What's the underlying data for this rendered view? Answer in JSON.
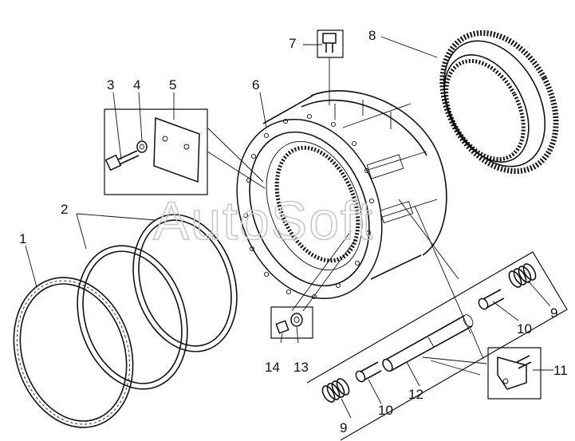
{
  "watermark": "AutoSoft",
  "callouts": [
    {
      "id": "c1",
      "text": "1"
    },
    {
      "id": "c2",
      "text": "2"
    },
    {
      "id": "c3",
      "text": "3"
    },
    {
      "id": "c4",
      "text": "4"
    },
    {
      "id": "c5",
      "text": "5"
    },
    {
      "id": "c6",
      "text": "6"
    },
    {
      "id": "c7",
      "text": "7"
    },
    {
      "id": "c8",
      "text": "8"
    },
    {
      "id": "c9a",
      "text": "9"
    },
    {
      "id": "c9b",
      "text": "9"
    },
    {
      "id": "c10a",
      "text": "10"
    },
    {
      "id": "c10b",
      "text": "10"
    },
    {
      "id": "c11",
      "text": "11"
    },
    {
      "id": "c12",
      "text": "12"
    },
    {
      "id": "c13",
      "text": "13"
    },
    {
      "id": "c14",
      "text": "14"
    }
  ]
}
